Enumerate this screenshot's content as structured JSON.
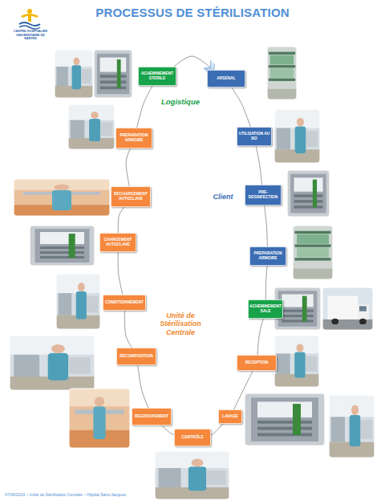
{
  "diagram": {
    "title": "PROCESSUS DE STÉRILISATION",
    "nodes": [
      {
        "text": [
          "ARSENAL"
        ]
      },
      {
        "text": [
          "UTILISATION AU BO"
        ]
      },
      {
        "text": [
          "PRE-DESINFECTION"
        ]
      },
      {
        "text": [
          "PREPARATION ARMOIRE"
        ]
      },
      {
        "text": [
          "ACHEMINEMENT SALE"
        ]
      },
      {
        "text": [
          "RECEPTION"
        ]
      },
      {
        "text": [
          "LAVAGE"
        ]
      },
      {
        "text": [
          "CONTRÔLE"
        ]
      },
      {
        "text": [
          "REGROUPEMENT"
        ]
      },
      {
        "text": [
          "RECOMPOSITION"
        ]
      },
      {
        "text": [
          "CONDITIONNEMENT"
        ]
      },
      {
        "text": [
          "CHARGEMENT AUTOCLAVE"
        ]
      },
      {
        "text": [
          "DECHARGEMENT AUTOCLAVE"
        ]
      },
      {
        "text": [
          "PREPARATION ARMOIRE"
        ]
      },
      {
        "text": [
          "ACHEMINEMENT STERILE"
        ]
      }
    ],
    "edges": [
      {
        "from": 0,
        "to": 1,
        "arrow": "none"
      },
      {
        "from": 1,
        "to": 2,
        "arrow": "none"
      },
      {
        "from": 2,
        "to": 3,
        "arrow": "none"
      },
      {
        "from": 3,
        "to": 4,
        "arrow": "none"
      },
      {
        "from": 4,
        "to": 5,
        "arrow": "none"
      },
      {
        "from": 5,
        "to": 6,
        "arrow": "none"
      },
      {
        "from": 6,
        "to": 7,
        "arrow": "none"
      },
      {
        "from": 7,
        "to": 8,
        "arrow": "none"
      },
      {
        "from": 8,
        "to": 9,
        "arrow": "none"
      },
      {
        "from": 9,
        "to": 10,
        "arrow": "none"
      },
      {
        "from": 10,
        "to": 11,
        "arrow": "none"
      },
      {
        "from": 11,
        "to": 12,
        "arrow": "none"
      },
      {
        "from": 12,
        "to": 13,
        "arrow": "none"
      },
      {
        "from": 13,
        "to": 14,
        "arrow": "none"
      },
      {
        "from": 14,
        "to": 0,
        "arrow": "to"
      }
    ],
    "labels": [
      "CENTRE HOSPITALIER UNIVERSITAIRE DE NANTES",
      "Logistique",
      "Client",
      "Unité de Stérilisation Centrale",
      "07/04/2014 – Unité de Stérilisation Centrale – Hôpital Saint-Jacques"
    ]
  }
}
